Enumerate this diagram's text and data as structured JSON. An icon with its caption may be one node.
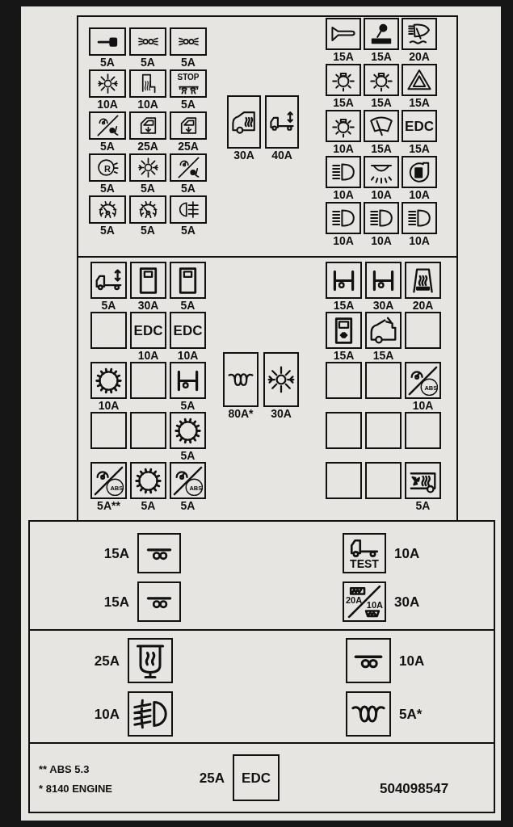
{
  "diagram": {
    "nodes": [
      {
        "text": [],
        "shape": "box",
        "beside": [
          "5A"
        ]
      },
      {
        "text": [],
        "shape": "box",
        "beside": [
          "5A"
        ]
      },
      {
        "text": [],
        "shape": "box",
        "beside": [
          "5A"
        ]
      },
      {
        "text": [],
        "shape": "box",
        "beside": [
          "10A"
        ]
      },
      {
        "text": [],
        "shape": "box",
        "beside": [
          "10A"
        ]
      },
      {
        "text": [
          "STOP"
        ],
        "beside": [
          "5A"
        ]
      },
      {
        "text": [],
        "shape": "box",
        "beside": [
          "5A"
        ]
      },
      {
        "text": [],
        "shape": "box",
        "beside": [
          "25A"
        ]
      },
      {
        "text": [],
        "shape": "box",
        "beside": [
          "25A"
        ]
      },
      {
        "text": [
          "R"
        ],
        "beside": [
          "5A"
        ]
      },
      {
        "text": [],
        "shape": "box",
        "beside": [
          "5A"
        ]
      },
      {
        "text": [],
        "shape": "box",
        "beside": [
          "5A"
        ]
      },
      {
        "text": [],
        "shape": "box",
        "beside": [
          "5A"
        ]
      },
      {
        "text": [],
        "shape": "box",
        "beside": [
          "5A"
        ]
      },
      {
        "text": [],
        "shape": "box",
        "beside": [
          "5A"
        ]
      },
      {
        "text": [],
        "shape": "box",
        "beside": [
          "30A"
        ]
      },
      {
        "text": [],
        "shape": "box",
        "beside": [
          "40A"
        ]
      },
      {
        "text": [],
        "shape": "box",
        "beside": [
          "15A"
        ]
      },
      {
        "text": [],
        "shape": "box",
        "beside": [
          "15A"
        ]
      },
      {
        "text": [],
        "shape": "box",
        "beside": [
          "20A"
        ]
      },
      {
        "text": [],
        "shape": "box",
        "beside": [
          "15A"
        ]
      },
      {
        "text": [],
        "shape": "box",
        "beside": [
          "15A"
        ]
      },
      {
        "text": [],
        "shape": "box",
        "beside": [
          "15A"
        ]
      },
      {
        "text": [],
        "shape": "box",
        "beside": [
          "10A"
        ]
      },
      {
        "text": [],
        "shape": "box",
        "beside": [
          "15A"
        ]
      },
      {
        "text": [
          "EDC"
        ],
        "beside": [
          "15A"
        ]
      },
      {
        "text": [],
        "shape": "box",
        "beside": [
          "10A"
        ]
      },
      {
        "text": [],
        "shape": "box",
        "beside": [
          "10A"
        ]
      },
      {
        "text": [],
        "shape": "box",
        "beside": [
          "10A"
        ]
      },
      {
        "text": [],
        "shape": "box",
        "beside": [
          "10A"
        ]
      },
      {
        "text": [],
        "shape": "box",
        "beside": [
          "10A"
        ]
      },
      {
        "text": [],
        "shape": "box",
        "beside": [
          "10A"
        ]
      },
      {
        "text": [],
        "shape": "box",
        "beside": [
          "5A"
        ]
      },
      {
        "text": [],
        "shape": "box",
        "beside": [
          "30A"
        ]
      },
      {
        "text": [],
        "shape": "box",
        "beside": [
          "5A"
        ]
      },
      {
        "text": [],
        "shape": "box"
      },
      {
        "text": [
          "EDC"
        ],
        "beside": [
          "10A"
        ]
      },
      {
        "text": [
          "EDC"
        ],
        "beside": [
          "10A"
        ]
      },
      {
        "text": [],
        "shape": "box",
        "beside": [
          "10A"
        ]
      },
      {
        "text": [],
        "shape": "box"
      },
      {
        "text": [],
        "shape": "box",
        "beside": [
          "5A"
        ]
      },
      {
        "text": [],
        "shape": "box"
      },
      {
        "text": [],
        "shape": "box"
      },
      {
        "text": [],
        "shape": "box",
        "beside": [
          "5A"
        ]
      },
      {
        "text": [
          "ABS"
        ],
        "beside": [
          "5A**"
        ]
      },
      {
        "text": [],
        "shape": "box",
        "beside": [
          "5A"
        ]
      },
      {
        "text": [
          "ABS"
        ],
        "beside": [
          "5A"
        ]
      },
      {
        "text": [],
        "shape": "box",
        "beside": [
          "80A*"
        ]
      },
      {
        "text": [],
        "shape": "box",
        "beside": [
          "30A"
        ]
      },
      {
        "text": [],
        "shape": "box",
        "beside": [
          "15A"
        ]
      },
      {
        "text": [],
        "shape": "box",
        "beside": [
          "30A"
        ]
      },
      {
        "text": [],
        "shape": "box",
        "beside": [
          "20A"
        ]
      },
      {
        "text": [],
        "shape": "box",
        "beside": [
          "15A"
        ]
      },
      {
        "text": [],
        "shape": "box",
        "beside": [
          "15A"
        ]
      },
      {
        "text": [],
        "shape": "box"
      },
      {
        "text": [],
        "shape": "box"
      },
      {
        "text": [],
        "shape": "box"
      },
      {
        "text": [
          "ABS"
        ],
        "beside": [
          "10A"
        ]
      },
      {
        "text": [],
        "shape": "box"
      },
      {
        "text": [],
        "shape": "box"
      },
      {
        "text": [],
        "shape": "box"
      },
      {
        "text": [],
        "shape": "box"
      },
      {
        "text": [],
        "shape": "box"
      },
      {
        "text": [],
        "shape": "box",
        "beside": [
          "5A"
        ]
      },
      {
        "text": [],
        "shape": "box",
        "beside": [
          "15A"
        ]
      },
      {
        "text": [
          "TEST"
        ],
        "beside": [
          "10A"
        ]
      },
      {
        "text": [],
        "shape": "box",
        "beside": [
          "15A"
        ]
      },
      {
        "text": [
          "20A",
          "10A"
        ],
        "beside": [
          "30A"
        ]
      },
      {
        "text": [],
        "shape": "box",
        "beside": [
          "25A"
        ]
      },
      {
        "text": [],
        "shape": "box",
        "beside": [
          "10A"
        ]
      },
      {
        "text": [],
        "shape": "box",
        "beside": [
          "10A"
        ]
      },
      {
        "text": [],
        "shape": "box",
        "beside": [
          "5A*"
        ]
      },
      {
        "text": [
          "EDC"
        ],
        "beside": [
          "25A"
        ]
      }
    ],
    "labels": [
      "** ABS 5.3",
      "* 8140 ENGINE",
      "504098547"
    ]
  }
}
